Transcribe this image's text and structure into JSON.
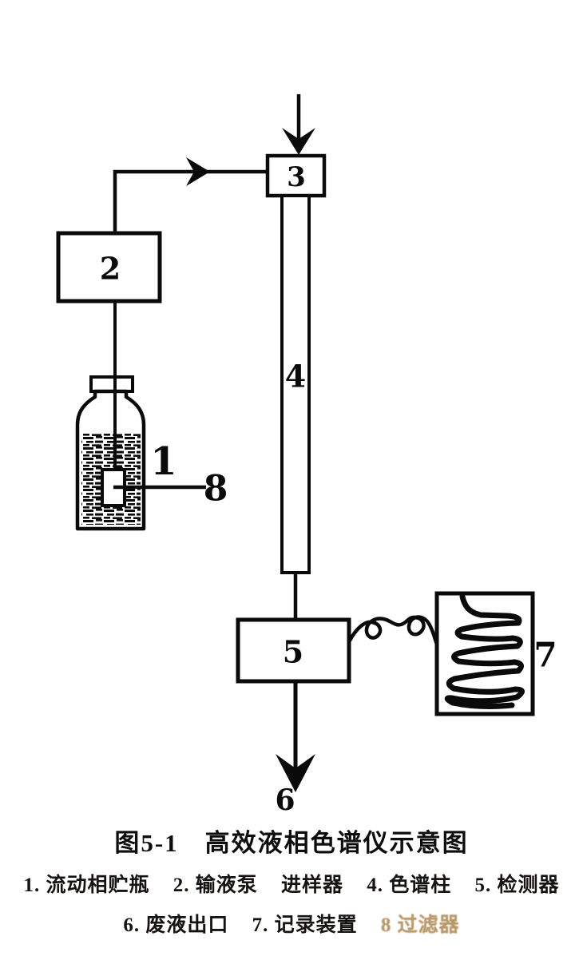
{
  "figure": {
    "caption": "图5-1　高效液相色谱仪示意图"
  },
  "diagram": {
    "nodes": {
      "reservoir_label": "1",
      "pump_label": "2",
      "injector_label": "3",
      "column_label": "4",
      "detector_label": "5",
      "waste_label": "6",
      "recorder_label": "7",
      "filter_label": "8"
    },
    "colors": {
      "line": "#0a0a0a",
      "background": "#ffffff",
      "faded_text": "#a9854e"
    }
  },
  "legend": {
    "line1": {
      "item0": "1. 流动相贮瓶",
      "item1": "2. 输液泵",
      "item2": "进样器",
      "item3": "4. 色谱柱",
      "item4": "5. 检测器"
    },
    "line2": {
      "item0": "6. 废液出口",
      "item1": "7. 记录装置",
      "faded": "8 过滤器"
    }
  }
}
